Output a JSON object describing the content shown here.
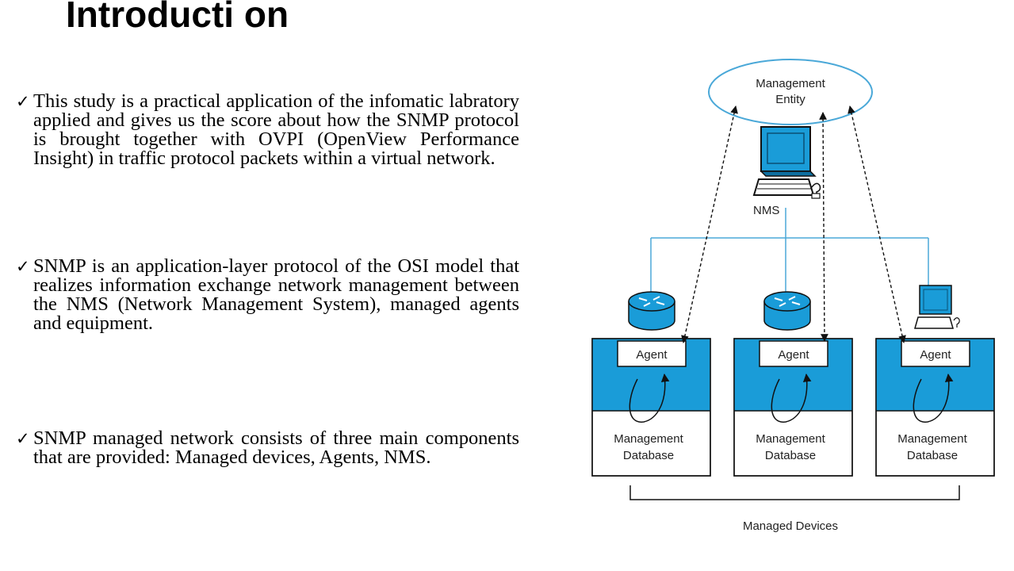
{
  "slide": {
    "title": "Introducti on",
    "bullets": [
      "This study is a practical application of the infomatic labratory applied and gives us the score about how the SNMP protocol is brought together with OVPI (OpenView Performance Insight) in traffic protocol packets within a virtual network.",
      "SNMP is an application-layer protocol of the OSI model that realizes information exchange network management between the NMS (Network Management System), managed agents and equipment.",
      "SNMP managed network consists of three main components that are provided: Managed devices, Agents, NMS."
    ],
    "check_icon": "check-mark-icon"
  },
  "diagram": {
    "management_entity": [
      "Management",
      "Entity"
    ],
    "nms_label": "NMS",
    "agent_label": "Agent",
    "database_label": [
      "Management",
      "Database"
    ],
    "managed_devices_label": "Managed Devices",
    "colors": {
      "accent_blue": "#1a9cd8",
      "line_blue": "#4aa8d8",
      "dark": "#111111"
    },
    "icons": [
      "nms-computer-icon",
      "router-icon",
      "workstation-icon"
    ]
  }
}
